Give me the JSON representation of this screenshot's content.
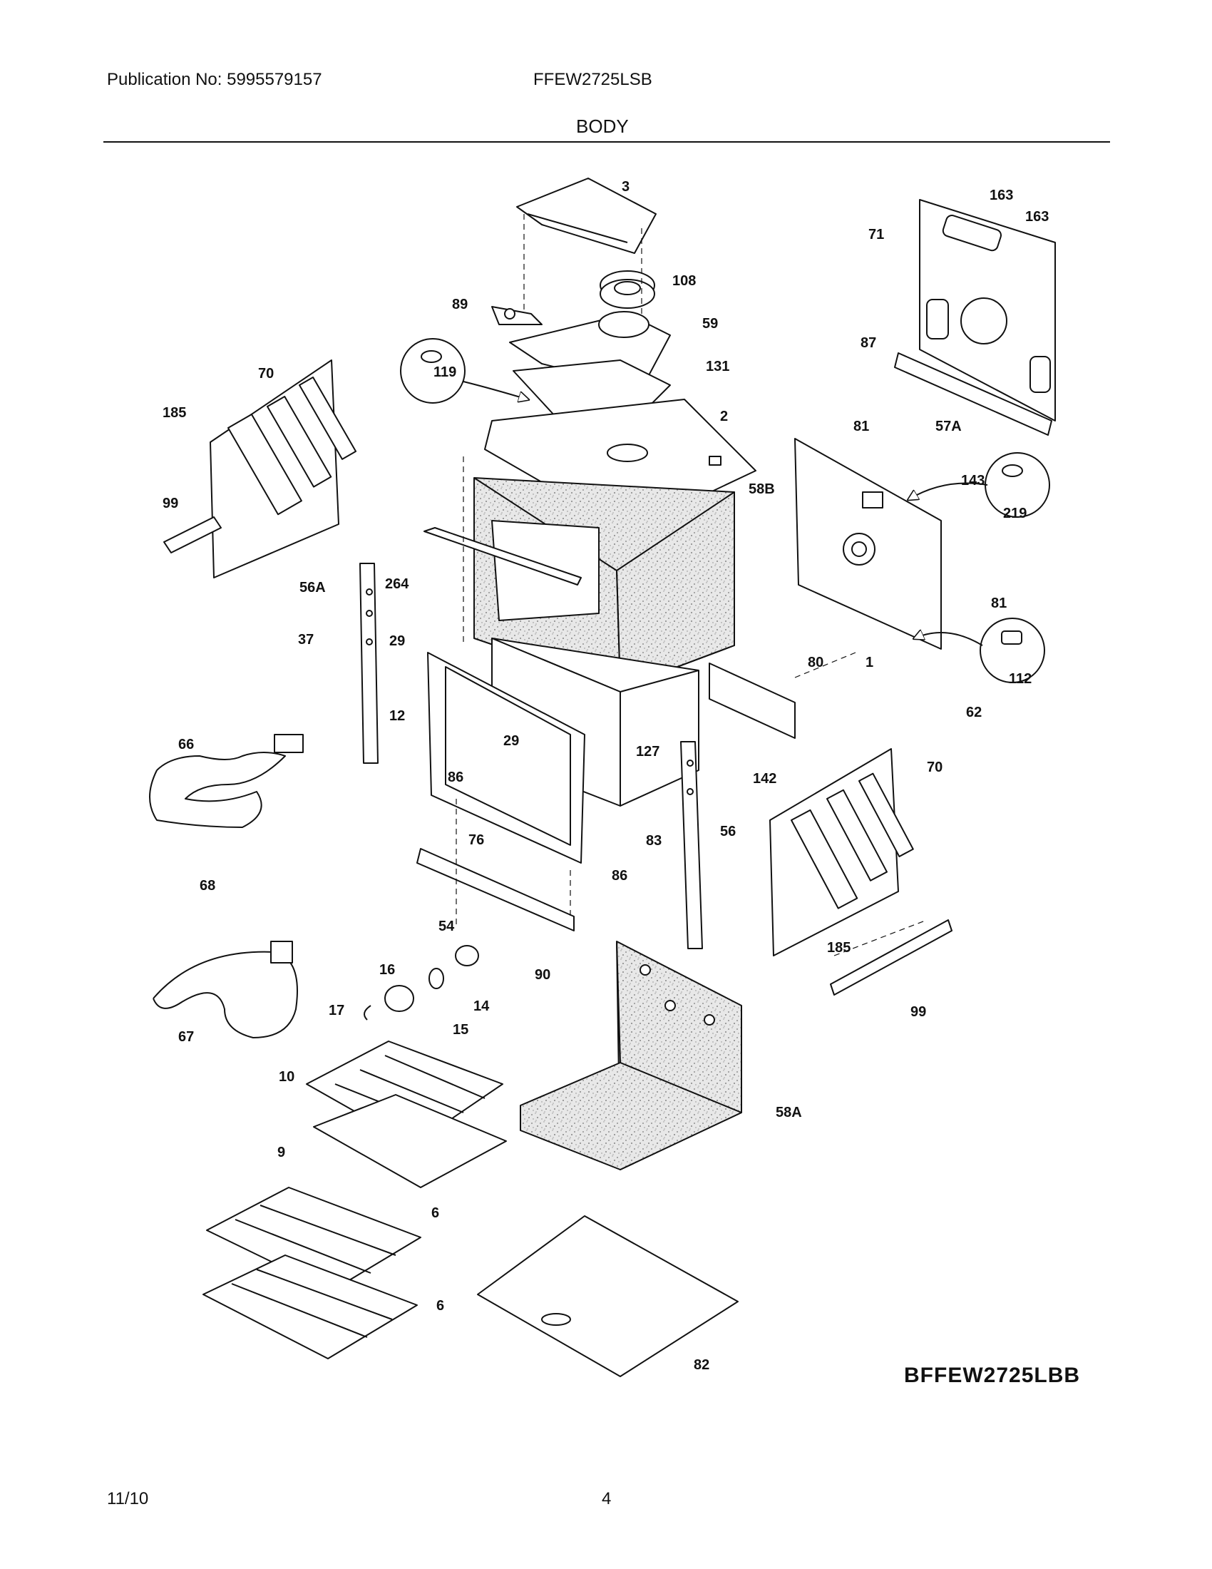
{
  "header": {
    "publication": "Publication No: 5995579157",
    "model": "FFEW2725LSB",
    "section_title": "BODY"
  },
  "diagram": {
    "callouts": [
      "3",
      "163",
      "163",
      "71",
      "108",
      "89",
      "59",
      "87",
      "131",
      "119",
      "70",
      "185",
      "2",
      "81",
      "57A",
      "99",
      "58B",
      "143",
      "219",
      "264",
      "56A",
      "37",
      "29",
      "81",
      "12",
      "80",
      "1",
      "112",
      "29",
      "127",
      "62",
      "66",
      "142",
      "86",
      "70",
      "76",
      "83",
      "56",
      "86",
      "68",
      "185",
      "54",
      "90",
      "16",
      "14",
      "99",
      "17",
      "15",
      "67",
      "10",
      "58A",
      "9",
      "6",
      "6",
      "82"
    ],
    "footer_code": "BFFEW2725LBB"
  },
  "footer": {
    "date": "11/10",
    "page_number": "4"
  }
}
